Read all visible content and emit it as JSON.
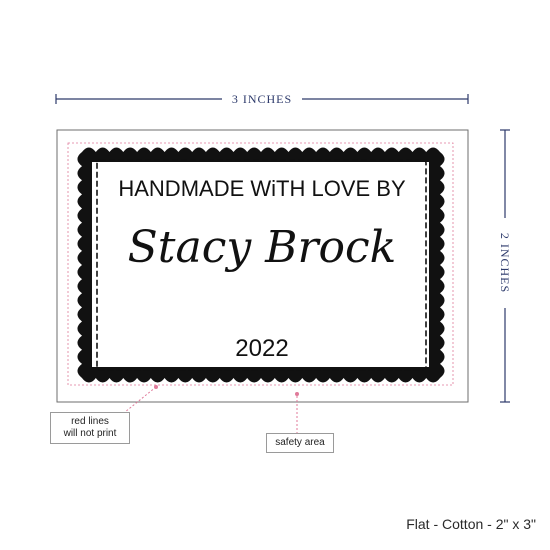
{
  "dimensions": {
    "width_label": "3 INCHES",
    "height_label": "2 INCHES"
  },
  "label": {
    "line1": "HANDMADE WiTH LOVE BY",
    "name": "Stacy Brock",
    "year": "2022"
  },
  "callouts": {
    "red_lines": [
      "red lines",
      "will not print"
    ],
    "safety": "safety area"
  },
  "caption": "Flat - Cotton - 2\" x 3\"",
  "colors": {
    "dimension_line": "#2d3a6b",
    "safety_guide": "#e07a9a",
    "border": "#111111"
  }
}
